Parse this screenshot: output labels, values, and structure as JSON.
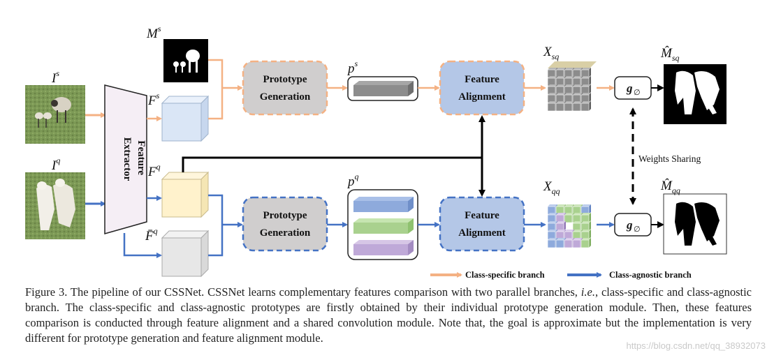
{
  "diagram": {
    "feature_extractor": [
      "Feature",
      "Extractor"
    ],
    "prototype_generation": [
      "Prototype",
      "Generation"
    ],
    "feature_alignment": [
      "Feature",
      "Alignment"
    ],
    "weights_sharing": "Weights Sharing",
    "g_symbol": "g",
    "g_subscript": "∅",
    "symbols": {
      "I_s": {
        "base": "I",
        "sup": "s"
      },
      "I_q": {
        "base": "I",
        "sup": "q"
      },
      "M_s": {
        "base": "M",
        "sup": "s"
      },
      "F_s": {
        "base": "F",
        "sup": "s"
      },
      "F_q": {
        "base": "F",
        "sup": "q"
      },
      "Fbar_q": {
        "base": "F̄",
        "sup": "q"
      },
      "p_s": {
        "base": "p",
        "sup": "s"
      },
      "p_q": {
        "base": "p",
        "sup": "q"
      },
      "X_sq": {
        "base": "X",
        "sub": "sq"
      },
      "X_qq": {
        "base": "X",
        "sub": "qq"
      },
      "Mhat_sq": {
        "base": "M̂",
        "sub": "sq"
      },
      "Mhat_qq": {
        "base": "M̂",
        "sub": "qq"
      }
    },
    "legend": {
      "class_specific": "Class-specific branch",
      "class_agnostic": "Class-agnostic branch"
    },
    "colors": {
      "orange_branch": "#f4b183",
      "blue_branch": "#4472c4",
      "proto_box_fill": "#d0cece",
      "align_box_fill": "#b4c7e7"
    }
  },
  "caption": {
    "prefix": "Figure 3. The pipeline of our CSSNet. CSSNet learns complementary features comparison with two parallel branches, ",
    "ie": "i.e.",
    "suffix": ", class-specific and class-agnostic branch. The class-specific and class-agnostic prototypes are firstly obtained by their individual prototype generation module. Then, these features comparison is conducted through feature alignment and a shared convolution module. Note that, the goal is approximate but the implementation is very different for prototype generation and feature alignment module."
  },
  "watermark": "https://blog.csdn.net/qq_38932073"
}
